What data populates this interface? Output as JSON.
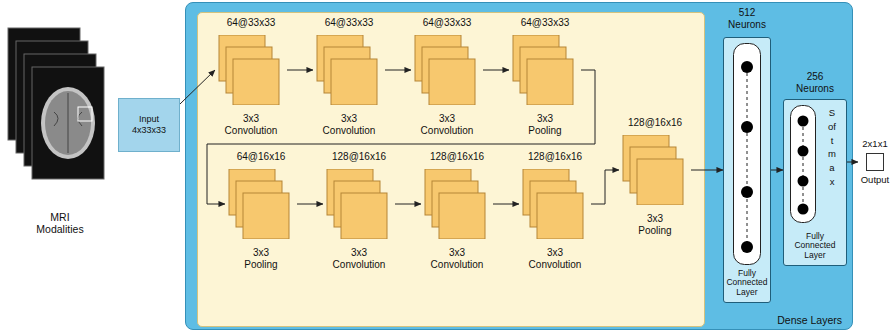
{
  "diagram": {
    "nodes": [
      {
        "text": [
          "MRI Modalities"
        ]
      },
      {
        "text": [
          "Input 4x33x33"
        ]
      },
      {
        "text": [
          "Dense Layers"
        ]
      },
      {
        "text": [
          "64@33x33",
          "3x3 Convolution"
        ],
        "in": 2
      },
      {
        "text": [
          "64@33x33",
          "3x3 Convolution"
        ],
        "in": 2
      },
      {
        "text": [
          "64@33x33",
          "3x3 Convolution"
        ],
        "in": 2
      },
      {
        "text": [
          "64@33x33",
          "3x3 Pooling"
        ],
        "in": 2
      },
      {
        "text": [
          "64@16x16",
          "3x3 Pooling"
        ],
        "in": 2
      },
      {
        "text": [
          "128@16x16",
          "3x3 Convolution"
        ],
        "in": 2
      },
      {
        "text": [
          "128@16x16",
          "3x3 Convolution"
        ],
        "in": 2
      },
      {
        "text": [
          "128@16x16",
          "3x3 Convolution"
        ],
        "in": 2
      },
      {
        "text": [
          "128@16x16",
          "3x3 Pooling"
        ],
        "in": 2
      },
      {
        "text": [
          "512 Neurons",
          "Fully Connected Layer"
        ],
        "in": 2
      },
      {
        "text": [
          "256 Neurons",
          "Fully Connected Layer",
          "Softmax"
        ],
        "in": 2
      },
      {
        "text": [
          "2x1x1",
          "Output"
        ]
      }
    ],
    "edges": [
      {
        "from": 1,
        "to": 3,
        "arrow": "to"
      },
      {
        "from": 3,
        "to": 4,
        "arrow": "to"
      },
      {
        "from": 4,
        "to": 5,
        "arrow": "to"
      },
      {
        "from": 5,
        "to": 6,
        "arrow": "to"
      },
      {
        "from": 6,
        "to": 7,
        "arrow": "to"
      },
      {
        "from": 7,
        "to": 8,
        "arrow": "to"
      },
      {
        "from": 8,
        "to": 9,
        "arrow": "to"
      },
      {
        "from": 9,
        "to": 10,
        "arrow": "to"
      },
      {
        "from": 10,
        "to": 11,
        "arrow": "to"
      },
      {
        "from": 11,
        "to": 12,
        "arrow": "to"
      },
      {
        "from": 12,
        "to": 13,
        "arrow": "to"
      },
      {
        "from": 13,
        "to": 14,
        "arrow": "to"
      }
    ]
  }
}
